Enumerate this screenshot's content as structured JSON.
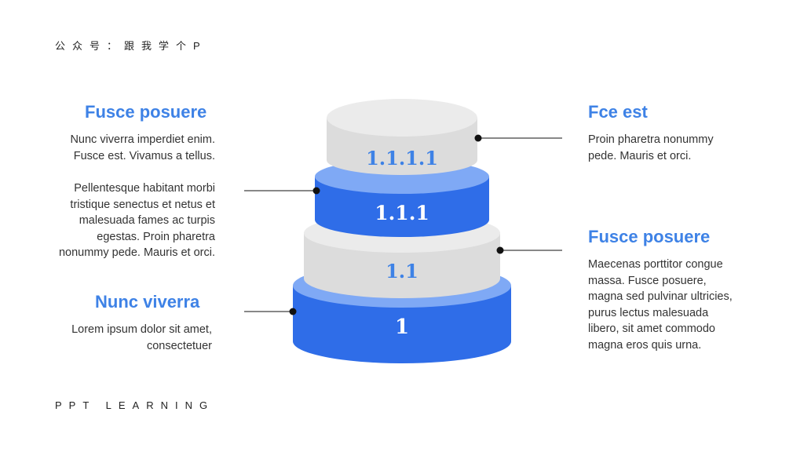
{
  "header": {
    "brand": "公众号：跟我学个P"
  },
  "footer": {
    "brand": "PPT LEARNING"
  },
  "left": {
    "top_title": "Fusce posuere",
    "top_text": "Nunc viverra imperdiet enim.\nFusce est. Vivamus a tellus.",
    "middle_text": "Pellentesque habitant morbi\ntristique senectus et netus et\nmalesuada fames ac turpis\negestas. Proin pharetra\nnonummy  pede. Mauris et orci.",
    "bottom_title": "Nunc viverra",
    "bottom_text": "Lorem ipsum  dolor sit amet,\nconsectetuer"
  },
  "right": {
    "top_title": "Fce est",
    "top_text": "Proin pharetra nonummy\npede. Mauris et orci.",
    "bottom_title": "Fusce posuere",
    "bottom_text": "Maecenas porttitor congue\nmassa. Fusce posuere,\nmagna sed pulvinar ultricies,\npurus lectus malesuada\nlibero, sit amet commodo\nmagna eros quis urna."
  },
  "tiers": [
    {
      "label": "1"
    },
    {
      "label": "1.1"
    },
    {
      "label": "1.1.1"
    },
    {
      "label": "1.1.1.1"
    }
  ],
  "colors": {
    "accent": "#3e82e6",
    "blue_side": "#2f6de8",
    "blue_top": "#7fa9f5",
    "gray_side": "#dcdcdc",
    "gray_top": "#ebebeb",
    "text": "#333333"
  }
}
